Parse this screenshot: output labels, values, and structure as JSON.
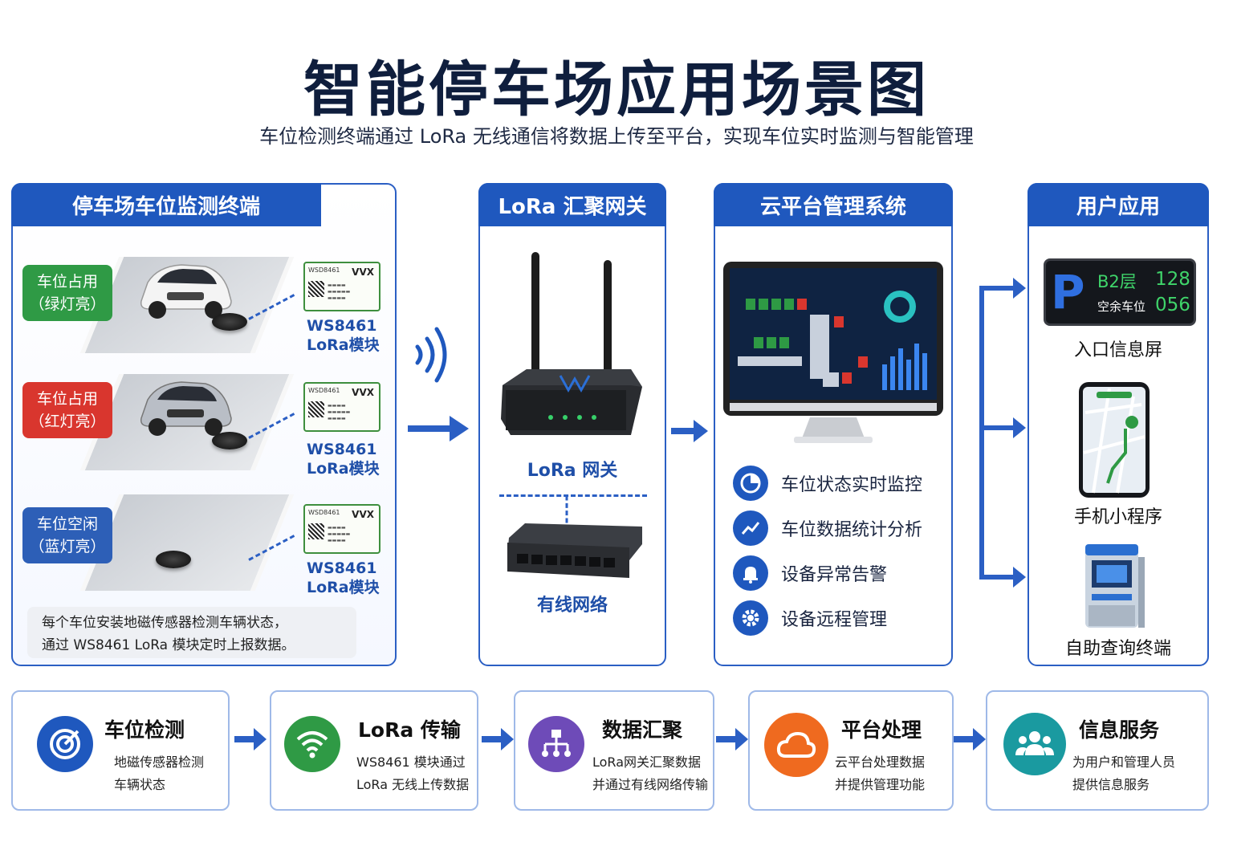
{
  "title": "智能停车场应用场景图",
  "subtitle": "车位检测终端通过 LoRa 无线通信将数据上传至平台，实现车位实时监测与智能管理",
  "colors": {
    "primary": "#1f58be",
    "green": "#2f9a45",
    "red": "#d9362e",
    "blue": "#2d5fb7"
  },
  "panel1": {
    "header": "停车场车位监测终端",
    "slots": [
      {
        "status_line1": "车位占用",
        "status_line2": "（绿灯亮）",
        "color": "green",
        "module_code": "WSD8461",
        "module_line1": "WS8461",
        "module_line2": "LoRa模块"
      },
      {
        "status_line1": "车位占用",
        "status_line2": "（红灯亮）",
        "color": "red",
        "module_code": "WSD8461",
        "module_line1": "WS8461",
        "module_line2": "LoRa模块"
      },
      {
        "status_line1": "车位空闲",
        "status_line2": "（蓝灯亮）",
        "color": "blue",
        "module_code": "WSD8461",
        "module_line1": "WS8461",
        "module_line2": "LoRa模块"
      }
    ],
    "note_line1": "每个车位安装地磁传感器检测车辆状态，",
    "note_line2": "通过 WS8461 LoRa 模块定时上报数据。"
  },
  "panel2": {
    "header": "LoRa 汇聚网关",
    "gateway_label": "LoRa 网关",
    "network_label": "有线网络"
  },
  "panel3": {
    "header": "云平台管理系统",
    "features": [
      {
        "icon": "pie-chart-icon",
        "label": "车位状态实时监控"
      },
      {
        "icon": "trend-chart-icon",
        "label": "车位数据统计分析"
      },
      {
        "icon": "alarm-bell-icon",
        "label": "设备异常告警"
      },
      {
        "icon": "gear-icon",
        "label": "设备远程管理"
      }
    ]
  },
  "panel4": {
    "header": "用户应用",
    "screen": {
      "parking_symbol": "P",
      "floor": "B2层",
      "total": "128",
      "free_label": "空余车位",
      "free": "056"
    },
    "apps": [
      {
        "label": "入口信息屏"
      },
      {
        "label": "手机小程序"
      },
      {
        "label": "自助查询终端"
      }
    ]
  },
  "flow": [
    {
      "icon": "target-icon",
      "color": "#1f58be",
      "title": "车位检测",
      "desc1": "地磁传感器检测",
      "desc2": "车辆状态"
    },
    {
      "icon": "wifi-icon",
      "color": "#2f9a45",
      "title": "LoRa 传输",
      "desc1": "WS8461 模块通过",
      "desc2": "LoRa 无线上传数据"
    },
    {
      "icon": "network-icon",
      "color": "#6e4bb8",
      "title": "数据汇聚",
      "desc1": "LoRa网关汇聚数据",
      "desc2": "并通过有线网络传输"
    },
    {
      "icon": "cloud-icon",
      "color": "#ef6a1f",
      "title": "平台处理",
      "desc1": "云平台处理数据",
      "desc2": "并提供管理功能"
    },
    {
      "icon": "users-icon",
      "color": "#1a9aa0",
      "title": "信息服务",
      "desc1": "为用户和管理人员",
      "desc2": "提供信息服务"
    }
  ]
}
